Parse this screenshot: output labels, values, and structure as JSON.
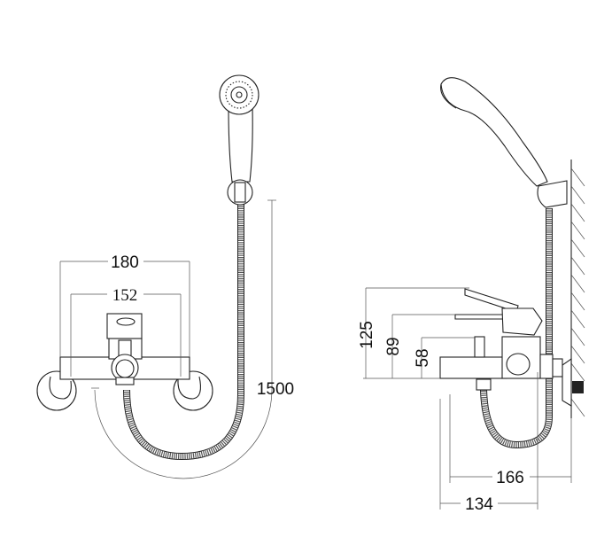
{
  "front_view": {
    "dim_overall_width": "180",
    "dim_center_distance": "152",
    "dim_hose_length": "1500"
  },
  "side_view": {
    "dim_lever_height": "125",
    "dim_spout_top_height": "89",
    "dim_diverter_height": "58",
    "dim_spout_depth": "166",
    "dim_body_depth": "134"
  }
}
